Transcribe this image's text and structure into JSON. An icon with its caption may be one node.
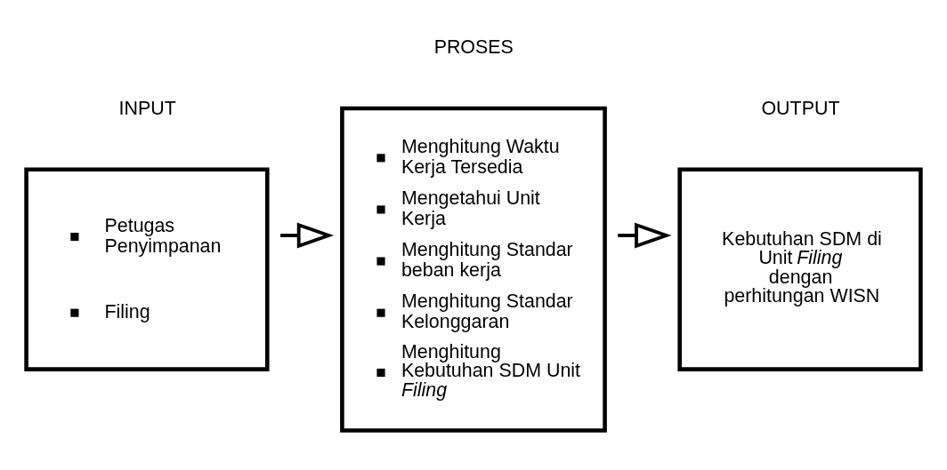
{
  "diagram": {
    "nodes": [
      {
        "text": [
          "INPUT",
          "Petugas Penyimpanan",
          "Filing"
        ]
      },
      {
        "text": [
          "PROSES",
          "Menghitung Waktu Kerja Tersedia",
          "Mengetahui Unit Kerja",
          "Menghitung Standar beban kerja",
          "Menghitung Standar Kelonggaran",
          "Menghitung Kebutuhan SDM Unit *Filing*"
        ]
      },
      {
        "text": [
          "OUTPUT",
          "Kebutuhan SDM di Unit *Filing* dengan perhitungan WISN"
        ]
      }
    ],
    "edges": [
      {
        "from": 0,
        "to": 1,
        "arrow": "to"
      },
      {
        "from": 1,
        "to": 2,
        "arrow": "to"
      }
    ]
  }
}
